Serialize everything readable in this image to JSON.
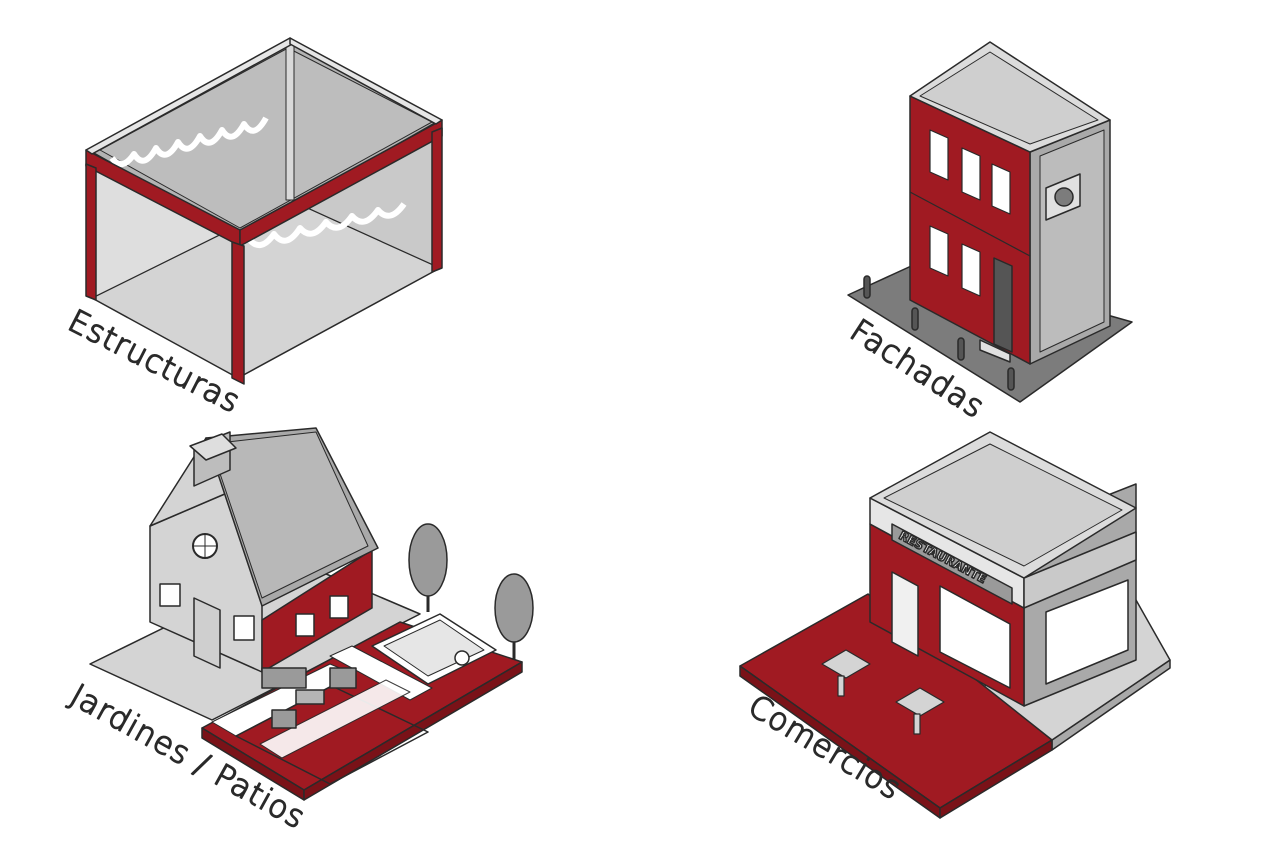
{
  "labels": {
    "estructuras": "Estructuras",
    "fachadas": "Fachadas",
    "jardines": "Jardines / Patios",
    "comercios": "Comercios"
  },
  "sign_text": "RESTAURANTE",
  "colors": {
    "accent_red": "#a01a22",
    "light_gray": "#d4d4d4",
    "mid_gray": "#a9a9a9",
    "dark_gray": "#7c7c7c",
    "outline": "#2a2a2a"
  }
}
